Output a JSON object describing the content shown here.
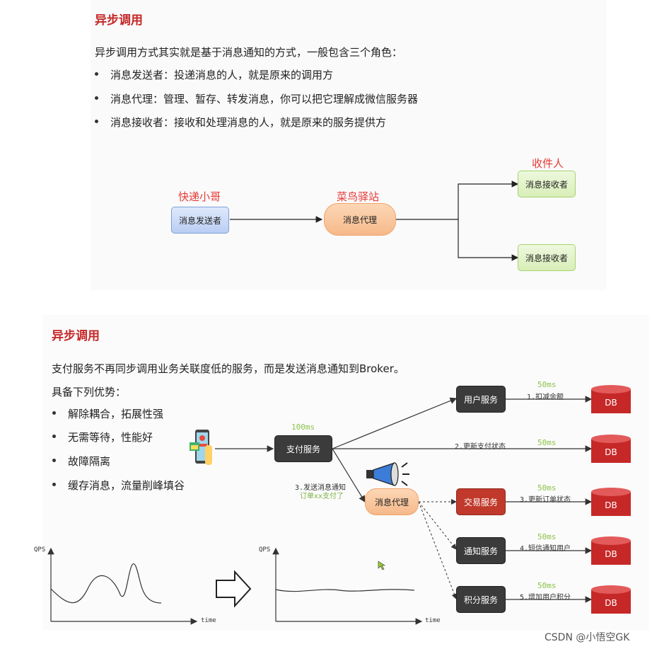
{
  "section1": {
    "title": "异步调用",
    "intro": "异步调用方式其实就是基于消息通知的方式，一般包含三个角色：",
    "bullets": [
      "消息发送者：投递消息的人，就是原来的调用方",
      "消息代理：管理、暂存、转发消息，你可以把它理解成微信服务器",
      "消息接收者：接收和处理消息的人，就是原来的服务提供方"
    ],
    "diagram": {
      "label_courier": "快递小哥",
      "label_station": "菜鸟驿站",
      "label_receiver": "收件人",
      "sender": "消息发送者",
      "broker": "消息代理",
      "receiver1": "消息接收者",
      "receiver2": "消息接收者"
    }
  },
  "section2": {
    "title": "异步调用",
    "intro": "支付服务不再同步调用业务关联度低的服务，而是发送消息通知到Broker。",
    "advantages_title": "具备下列优势：",
    "bullets": [
      "解除耦合，拓展性强",
      "无需等待，性能好",
      "故障隔离",
      "缓存消息，流量削峰填谷"
    ],
    "pay_service": "支付服务",
    "pay_ms": "100ms",
    "broker": "消息代理",
    "notify_line1": "3.发送消息通知",
    "notify_line2": "订单xx支付了",
    "services": [
      {
        "name": "用户服务",
        "step": "1.扣减余额",
        "ms": "50ms"
      },
      {
        "name": "",
        "step": "2.更新支付状态",
        "ms": "50ms"
      },
      {
        "name": "交易服务",
        "step": "3.更新订单状态",
        "ms": "50ms"
      },
      {
        "name": "通知服务",
        "step": "4.短信通知用户",
        "ms": "50ms"
      },
      {
        "name": "积分服务",
        "step": "5.增加用户积分",
        "ms": "50ms"
      }
    ],
    "db_label": "DB",
    "chart_y": "QPS",
    "chart_x": "time"
  },
  "watermark": "CSDN @小悟空GK"
}
